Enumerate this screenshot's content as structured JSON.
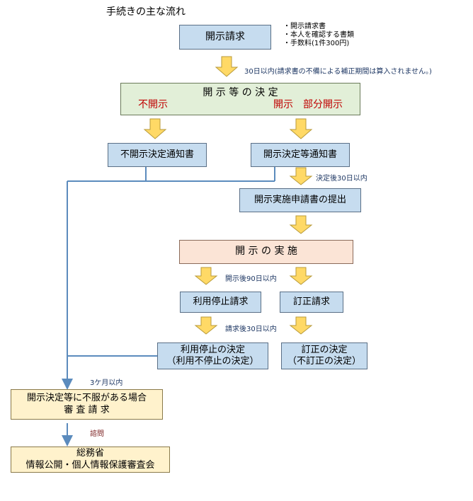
{
  "title": "手続きの主な流れ",
  "request_box": "開示請求",
  "request_notes": [
    "・開示請求書",
    "・本人を確認する書類",
    "・手数料(1件300円)"
  ],
  "note_30days": "30日以内(請求書の不備による補正期間は算入されません。)",
  "decision_box": {
    "title": "開 示 等 の 決 定",
    "left_label": "不開示",
    "right_label": "開示　部分開示"
  },
  "nondisclosure_notice": "不開示決定通知書",
  "disclosure_notice": "開示決定等通知書",
  "note_after_decision": "決定後30日以内",
  "implementation_request": "開示実施申請書の提出",
  "implementation_box": "開 示 の 実 施",
  "note_after_disclosure": "開示後90日以内",
  "stop_use_request": "利用停止請求",
  "correction_request": "訂正請求",
  "note_after_request": "請求後30日以内",
  "stop_use_decision": [
    "利用停止の決定",
    "（利用不停止の決定）"
  ],
  "correction_decision": [
    "訂正の決定",
    "（不訂正の決定）"
  ],
  "note_3months": "3ケ月以内",
  "appeal_box": [
    "開示決定等に不服がある場合",
    "審 査 請 求"
  ],
  "note_inquiry": "諮問",
  "committee_box": [
    "総務省",
    "情報公開・個人情報保護審査会"
  ],
  "colors": {
    "blue_box": "#c6dcef",
    "green_box": "#e2efd8",
    "pink_box": "#fbe4d6",
    "yellow_box": "#fff2cc",
    "arrow": "#ffd966",
    "line": "#5b8bbd",
    "red_text": "#c00000"
  }
}
